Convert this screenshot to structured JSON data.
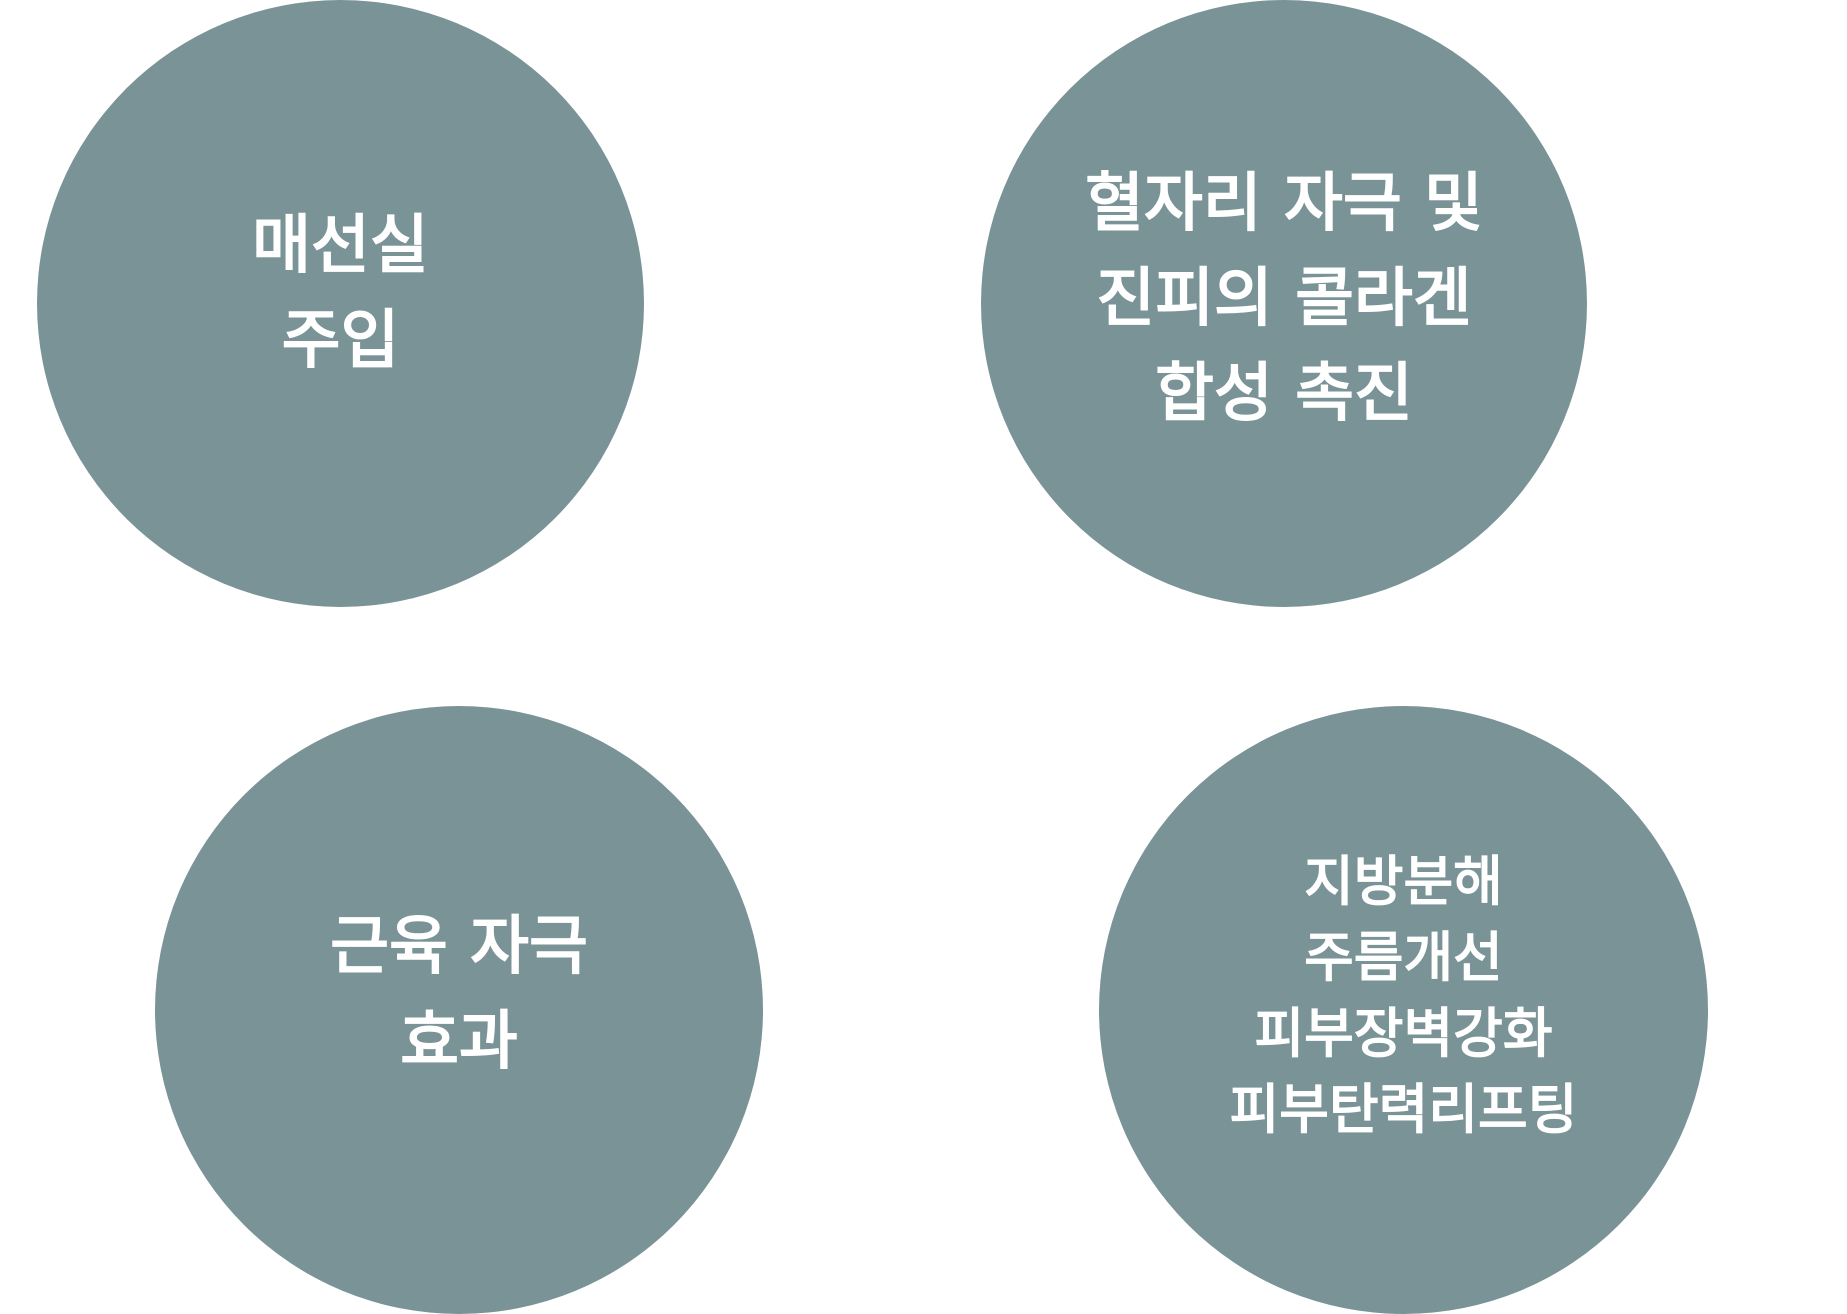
{
  "colors": {
    "background": "#ffffff",
    "circle": "#7a9397",
    "text": "#ffffff"
  },
  "circles": [
    {
      "lines": [
        "매선실",
        "주입"
      ]
    },
    {
      "lines": [
        "혈자리 자극 및",
        "진피의 콜라겐",
        "합성 촉진"
      ]
    },
    {
      "lines": [
        "근육 자극",
        "효과"
      ]
    },
    {
      "lines": [
        "지방분해",
        "주름개선",
        "피부장벽강화",
        "피부탄력리프팅"
      ]
    }
  ]
}
